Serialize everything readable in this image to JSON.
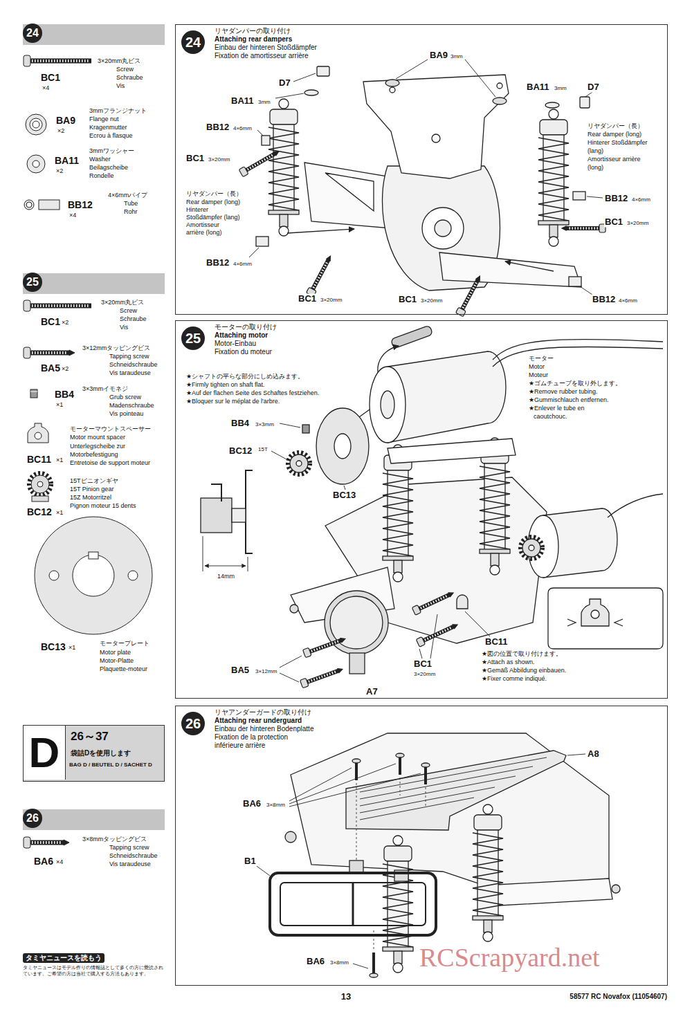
{
  "diagram": {
    "nodes": [
      {
        "text": [
          "24"
        ]
      },
      {
        "text": [
          "25"
        ]
      },
      {
        "text": [
          "D",
          "26～37",
          "袋詰Dを使用します",
          "BAG D / BEUTEL D / SACHET D"
        ]
      },
      {
        "text": [
          "26"
        ]
      },
      {
        "text": [
          "タミヤニュースを読もう",
          "タミヤニュースはモデル作りの情報誌として多くの方に愛読されています。ご希望の方は当社で購入する方法もあります。"
        ]
      },
      {
        "text": [
          "24",
          "リヤダンパーの取り付け",
          "Attaching rear dampers",
          "Einbau der hinteren Stoßdämpfer",
          "Fixation de amortisseur arrière"
        ]
      },
      {
        "text": [
          "25",
          "モーターの取り付け",
          "Attaching motor",
          "Motor-Einbau",
          "Fixation du moteur"
        ]
      },
      {
        "text": [
          "26",
          "リヤアンダーガードの取り付け",
          "Attaching rear underguard",
          "Einbau der hinteren Bodenplatte",
          "Fixation de la protection",
          "inférieure arrière"
        ]
      }
    ],
    "labels": [
      "BC1",
      "×4",
      "3×20mm丸ビス",
      "Screw",
      "Schraube",
      "Vis",
      "BA9",
      "×2",
      "3mmフランジナット",
      "Flange nut",
      "Kragenmutter",
      "Ecrou à flasque",
      "BA11",
      "×2",
      "3mmワッシャー",
      "Washer",
      "Beilagscheibe",
      "Rondelle",
      "BB12",
      "×4",
      "4×6mmパイプ",
      "Tube",
      "Rohr",
      "BC1",
      "×2",
      "3×20mm丸ビス",
      "Screw",
      "Schraube",
      "Vis",
      "BA5",
      "×2",
      "3×12mmタッピングビス",
      "Tapping screw",
      "Schneidschraube",
      "Vis taraudeuse",
      "BB4",
      "×1",
      "3×3mmイモネジ",
      "Grub screw",
      "Madenschraube",
      "Vis pointeau",
      "BC11",
      "×1",
      "モーターマウントスペーサー",
      "Motor mount spacer",
      "Unterlegscheibe zur",
      "Motorbefestigung",
      "Entretoise de support moteur",
      "BC12",
      "×1",
      "15Tピニオンギヤ",
      "15T Pinion gear",
      "15Z Motorritzel",
      "Pignon moteur 15 dents",
      "BC13",
      "×1",
      "モータープレート",
      "Motor plate",
      "Motor-Platte",
      "Plaquette-moteur",
      "BA6",
      "×4",
      "3×8mmタッピングビス",
      "Tapping screw",
      "Schneidschraube",
      "Vis taraudeuse",
      "BA9",
      "3mm",
      "D7",
      "BA11",
      "3mm",
      "BB12",
      "4×6mm",
      "BC1",
      "3×20mm",
      "リヤダンパー（長）",
      "Rear damper (long)",
      "Hinterer",
      "Stoßdämpfer (lang)",
      "Amortisseur",
      "arrière (long)",
      "BB12",
      "4×6mm",
      "BC1",
      "3×20mm",
      "BC1",
      "3×20mm",
      "BA11",
      "3mm",
      "D7",
      "リヤダンパー（長）",
      "Rear damper (long)",
      "Hinterer Stoßdämpfer",
      "(lang)",
      "Amortisseur arrière",
      "(long)",
      "BB12",
      "4×6mm",
      "BC1",
      "3×20mm",
      "BB12",
      "4×6mm",
      "★シャフトの平らな部分にしめ込みます。",
      "★Firmly tighten on shaft flat.",
      "★Auf der flachen Seite des Schaftes festziehen.",
      "★Bloquer sur le méplat de l'arbre.",
      "モーター",
      "Motor",
      "Moteur",
      "★ゴムチューブを取り外します。",
      "★Remove rubber tubing.",
      "★Gummischlauch entfernen.",
      "★Enlever le tube en",
      "caoutchouc.",
      "BB4",
      "3×3mm",
      "BC12",
      "15T",
      "BC13",
      "14mm",
      "BA5",
      "3×12mm",
      "A7",
      "BC1",
      "3×20mm",
      "BC11",
      "★図の位置で取り付けます。",
      "★Attach as shown.",
      "★Gemäß Abbildung einbauen.",
      "★Fixer comme indiqué.",
      "A8",
      "BA6",
      "3×8mm",
      "B1",
      "BA6",
      "3×8mm",
      "13",
      "58577 RC Novafox (11054607)",
      "RCScrapyard.net"
    ]
  }
}
